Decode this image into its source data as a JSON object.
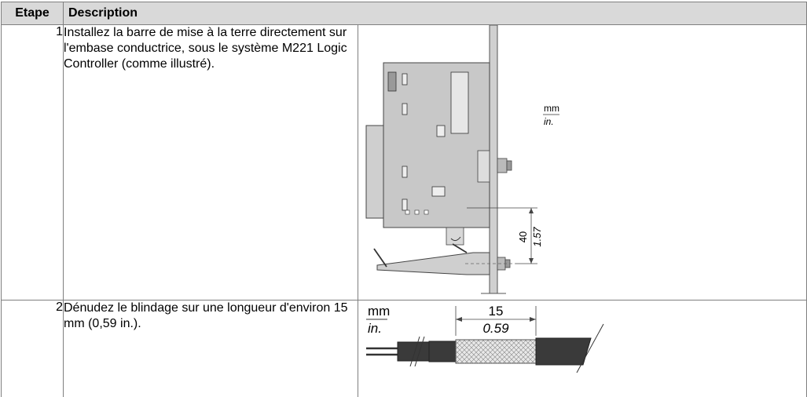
{
  "table": {
    "headers": {
      "step": "Etape",
      "description": "Description"
    },
    "rows": [
      {
        "step": "1",
        "description": "Installez la barre de mise à la terre directement sur l'embase conductrice, sous le système M221 Logic Controller (comme illustré).",
        "figure": {
          "unit_top": "mm",
          "unit_bottom": "in.",
          "dim_mm": "40",
          "dim_in": "1.57"
        }
      },
      {
        "step": "2",
        "description": "Dénudez le blindage sur une longueur d'environ 15 mm (0,59 in.).",
        "figure": {
          "unit_top": "mm",
          "unit_bottom": "in.",
          "dim_mm": "15",
          "dim_in": "0.59"
        }
      }
    ]
  }
}
